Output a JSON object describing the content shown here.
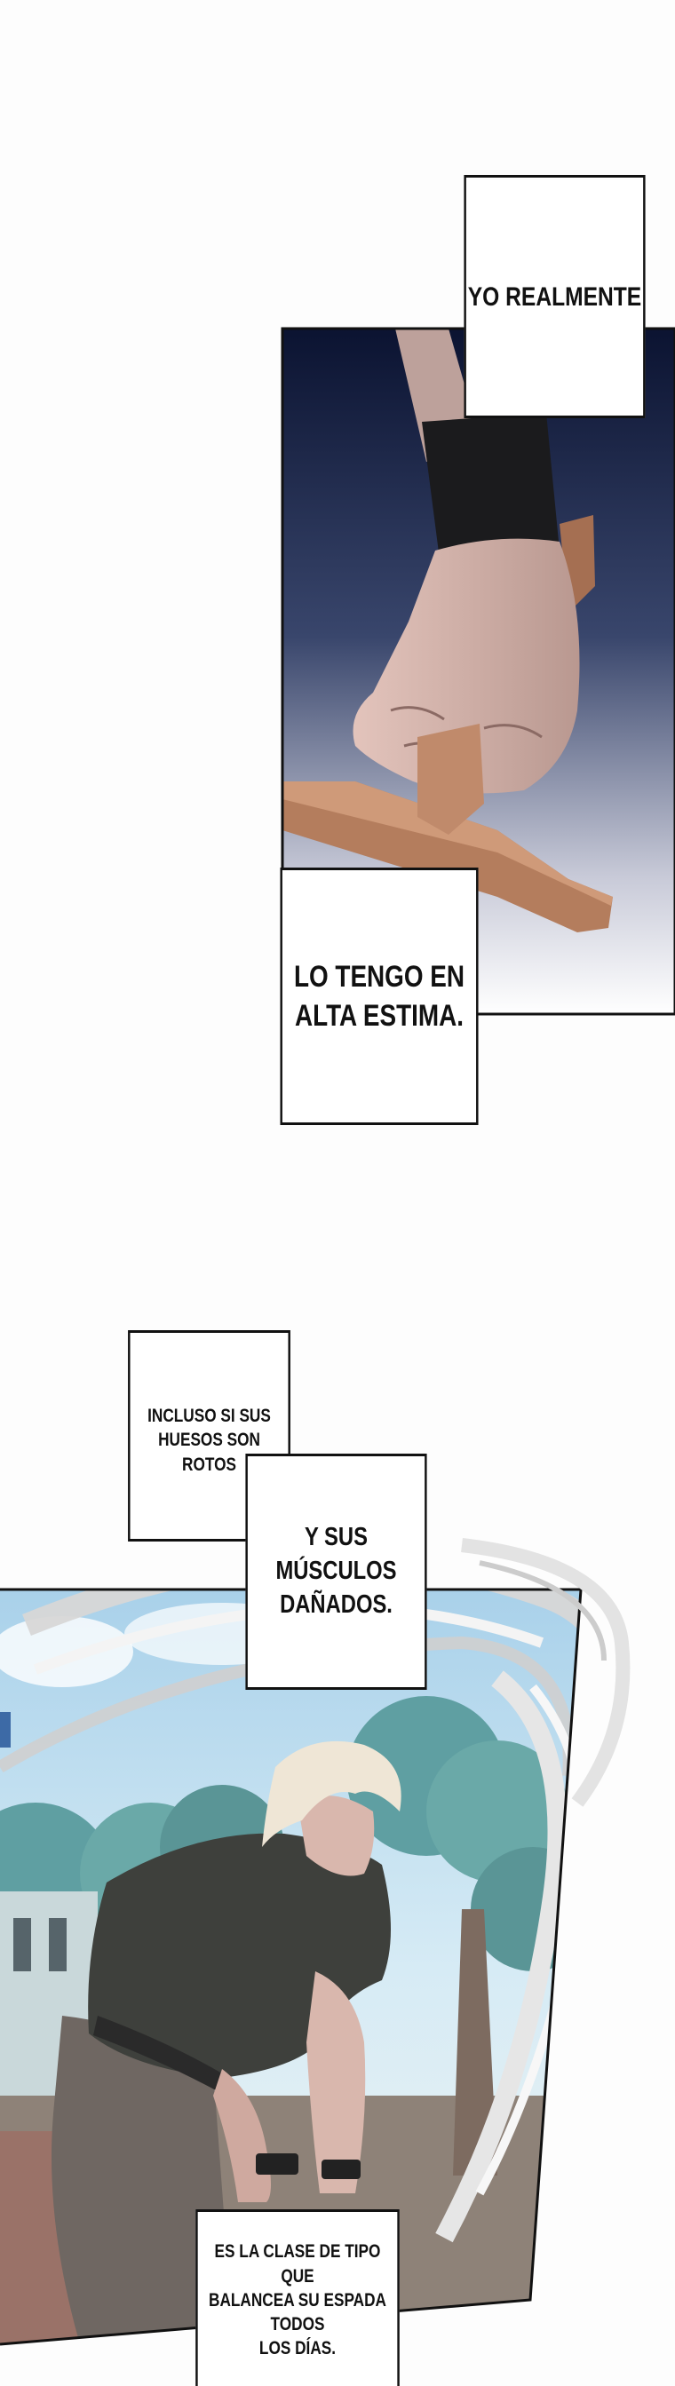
{
  "bubbles": [
    {
      "id": "b1",
      "text": "YO REALMENTE"
    },
    {
      "id": "b2",
      "text": "LO TENGO EN\nALTA ESTIMA."
    },
    {
      "id": "b3",
      "text": "INCLUSO SI SUS\nHUESOS SON ROTOS"
    },
    {
      "id": "b4",
      "text": "Y SUS MÚSCULOS\nDAÑADOS."
    },
    {
      "id": "b5",
      "text": "ES LA CLASE DE TIPO QUE\nBALANCEA SU ESPADA TODOS\nLOS DÍAS."
    }
  ],
  "colors": {
    "panel1_sky_top": "#0d1533",
    "panel1_sky_bottom": "#ffffff",
    "skin": "#d9b7ad",
    "wood": "#b07a5c",
    "shirt": "#3e403c",
    "pants": "#6f6762",
    "hair": "#efe6d6",
    "tree": "#5f9fa2",
    "sky2": "#b9d8ea"
  }
}
